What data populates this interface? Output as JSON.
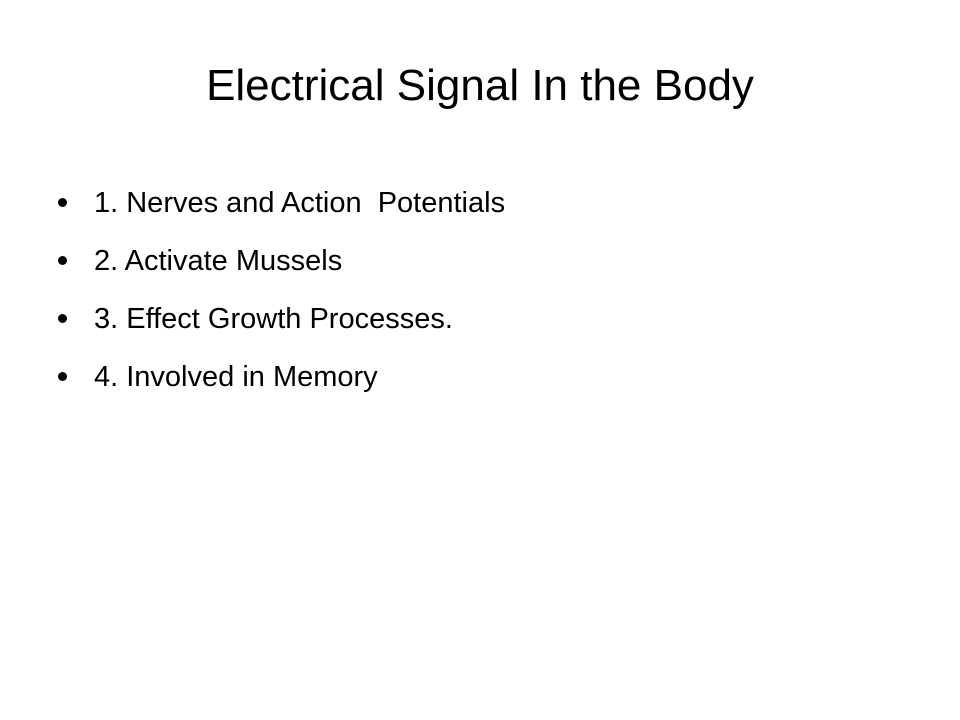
{
  "slide": {
    "title": "Electrical Signal In the Body",
    "bullets": [
      {
        "text": "1. Nerves and Action  Potentials"
      },
      {
        "text": "2. Activate Mussels"
      },
      {
        "text": "3. Effect Growth Processes."
      },
      {
        "text": "4. Involved in Memory"
      }
    ]
  },
  "colors": {
    "background": "#ffffff",
    "text": "#000000"
  }
}
